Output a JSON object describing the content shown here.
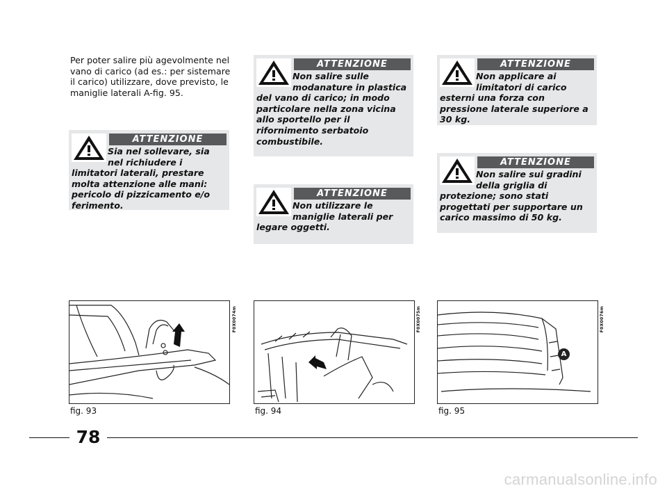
{
  "intro_text": "Per poter salire più agevolmente nel vano di carico (ad es.: per sistemare il carico) utilizzare, dove previsto, le maniglie laterali A-fig. 95.",
  "warnings": [
    {
      "header": "ATTENZIONE",
      "text": "Sia nel sollevare, sia nel richiudere i limitatori laterali, prestare molta attenzione alle mani: pericolo di pizzicamento e/o ferimento."
    },
    {
      "header": "ATTENZIONE",
      "text": "Non salire sulle modanature in plastica del vano di carico; in modo particolare nella zona vicina allo sportello per il rifornimento serbatoio combustibile."
    },
    {
      "header": "ATTENZIONE",
      "text": "Non utilizzare le maniglie laterali per legare oggetti."
    },
    {
      "header": "ATTENZIONE",
      "text": "Non applicare ai limitatori di carico esterni una forza con pressione laterale superiore a 30 kg."
    },
    {
      "header": "ATTENZIONE",
      "text": "Non salire sui gradini della griglia di protezione; sono stati progettati per supportare un carico massimo di 50 kg."
    }
  ],
  "figures": [
    {
      "caption": "fig. 93",
      "code": "F0X0074m"
    },
    {
      "caption": "fig. 94",
      "code": "F0X0075m"
    },
    {
      "caption": "fig. 95",
      "code": "F0X0076m",
      "callout": "A"
    }
  ],
  "page_number": "78",
  "watermark": "carmanualsonline.info",
  "colors": {
    "warning_bg": "#e6e7e8",
    "warning_header": "#58595b"
  }
}
